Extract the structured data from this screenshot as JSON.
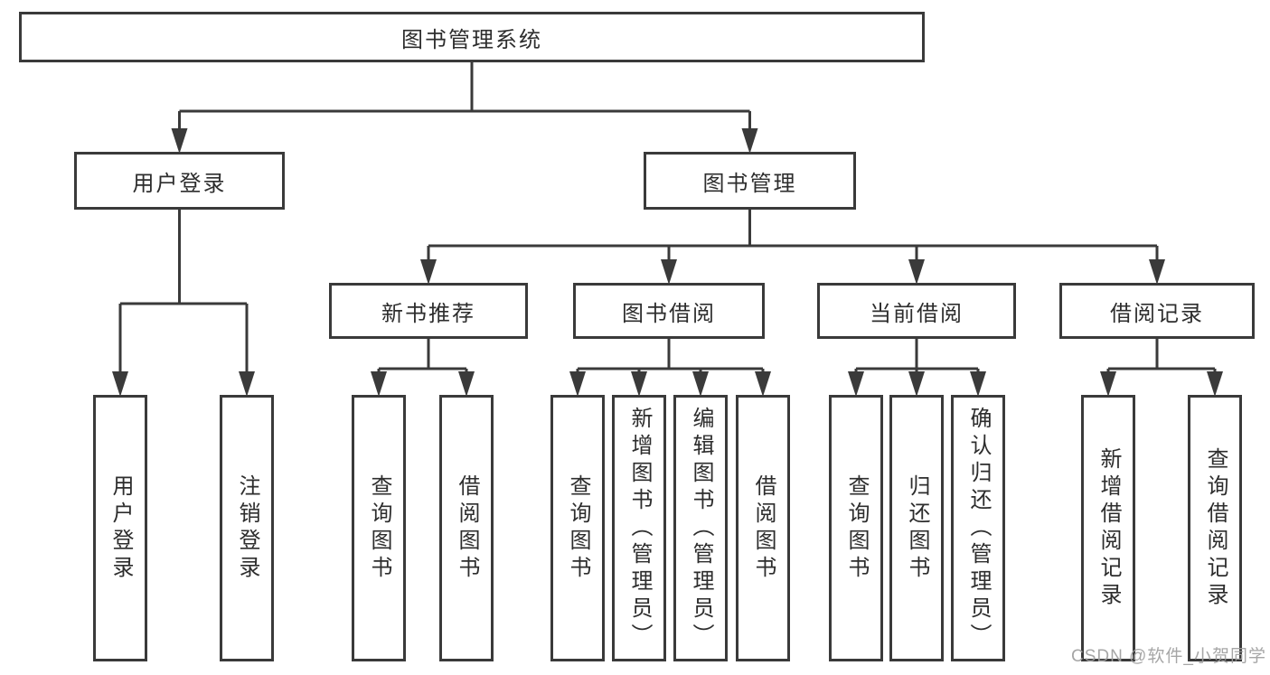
{
  "diagram": {
    "title": "图书管理系统",
    "nodes": {
      "root": {
        "label": "图书管理系统"
      },
      "user_login": {
        "label": "用户登录"
      },
      "book_mgmt": {
        "label": "图书管理"
      },
      "new_book_rec": {
        "label": "新书推荐"
      },
      "book_borrow": {
        "label": "图书借阅"
      },
      "current_borrow": {
        "label": "当前借阅"
      },
      "borrow_records": {
        "label": "借阅记录"
      },
      "leaf_user_login": {
        "label": "用户登录"
      },
      "leaf_logout": {
        "label": "注销登录"
      },
      "leaf_query_books_1": {
        "label": "查询图书"
      },
      "leaf_borrow_books_1": {
        "label": "借阅图书"
      },
      "leaf_query_books_2": {
        "label": "查询图书"
      },
      "leaf_add_book": {
        "label": "新增图书（管理员）"
      },
      "leaf_edit_book": {
        "label": "编辑图书（管理员）"
      },
      "leaf_borrow_books_2": {
        "label": "借阅图书"
      },
      "leaf_query_books_3": {
        "label": "查询图书"
      },
      "leaf_return_book": {
        "label": "归还图书"
      },
      "leaf_confirm_return": {
        "label": "确认归还（管理员）"
      },
      "leaf_add_record": {
        "label": "新增借阅记录"
      },
      "leaf_query_record": {
        "label": "查询借阅记录"
      }
    },
    "hierarchy": {
      "root": [
        "user_login",
        "book_mgmt"
      ],
      "user_login": [
        "leaf_user_login",
        "leaf_logout"
      ],
      "book_mgmt": [
        "new_book_rec",
        "book_borrow",
        "current_borrow",
        "borrow_records"
      ],
      "new_book_rec": [
        "leaf_query_books_1",
        "leaf_borrow_books_1"
      ],
      "book_borrow": [
        "leaf_query_books_2",
        "leaf_add_book",
        "leaf_edit_book",
        "leaf_borrow_books_2"
      ],
      "current_borrow": [
        "leaf_query_books_3",
        "leaf_return_book",
        "leaf_confirm_return"
      ],
      "borrow_records": [
        "leaf_add_record",
        "leaf_query_record"
      ]
    }
  },
  "watermark": {
    "text": "CSDN @软件_小贺同学"
  },
  "colors": {
    "line": "#3a3a3a",
    "text": "#2d2d2d",
    "background": "#ffffff",
    "watermark": "#9e9e9e"
  }
}
